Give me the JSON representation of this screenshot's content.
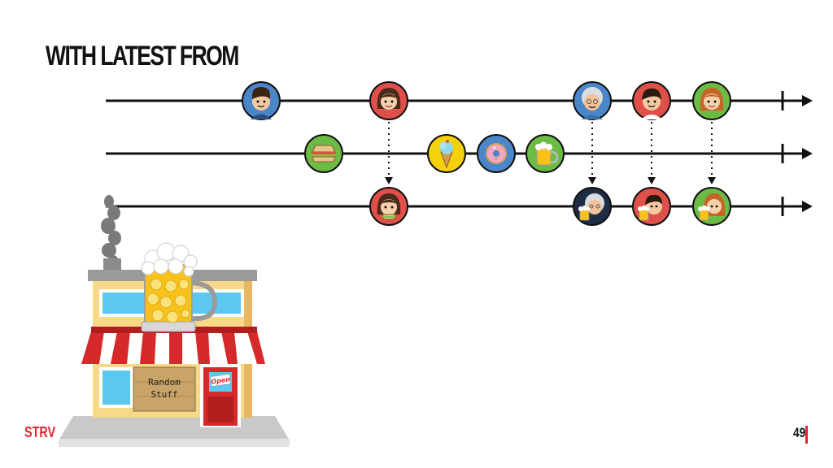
{
  "slide": {
    "title": "WITH LATEST FROM",
    "brand": "STRV",
    "page_number": "49"
  },
  "store": {
    "sign_line1": "Random",
    "sign_line2": "Stuff",
    "open_sign": "Open"
  },
  "streams": [
    {
      "name": "people",
      "items": [
        "boy",
        "girl",
        "old-woman",
        "boy-red",
        "girl-blond"
      ]
    },
    {
      "name": "goods",
      "items": [
        "sandwich",
        "ice-cream",
        "donut",
        "beer"
      ]
    },
    {
      "name": "result",
      "items": [
        "girl-with-sandwich",
        "old-woman-with-beer",
        "boy-red-with-beer",
        "girl-blond-with-beer"
      ]
    }
  ],
  "colors": {
    "accent": "#e3262f",
    "timeline": "#111111",
    "marble_blue": "#4a86c8",
    "marble_red": "#e0504a",
    "marble_yellow": "#f5d10c",
    "marble_green": "#6cbb45",
    "marble_navy": "#1f2d44"
  }
}
